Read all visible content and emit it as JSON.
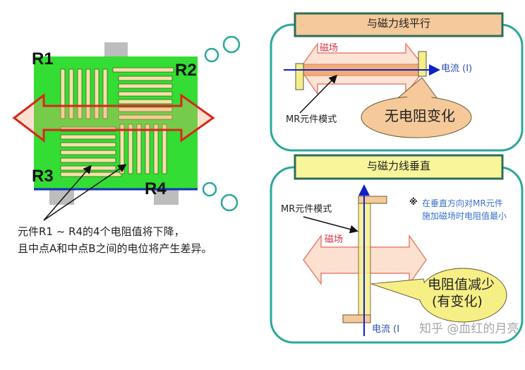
{
  "colors": {
    "chip_green": "#33dd33",
    "resistor": "#f5e8a0",
    "arrow_red": "#d8281c",
    "panel_border": "#2aa89a",
    "current_blue": "#1020c8",
    "parallel_title_bg": "#f5c99a",
    "perpendicular_title_bg": "#f8f59b",
    "callout_orange": "#f5c99a",
    "callout_yellow": "#f6ef86"
  },
  "left": {
    "labels": {
      "r1": "R1",
      "r2": "R2",
      "r3": "R3",
      "r4": "R4"
    },
    "caption": [
      "元件R1 ~ R4的4个电阻值将下降，",
      "且中点A和中点B之间的电位将产生差异。"
    ]
  },
  "parallel": {
    "title": "与磁力线平行",
    "field": "磁场",
    "current": "电流 (I)",
    "element": "MR元件模式",
    "callout": "无电阻变化"
  },
  "perpendicular": {
    "title": "与磁力线垂直",
    "element": "MR元件模式",
    "note_mark": "※",
    "note": [
      "在垂直方向对MR元件",
      "施加磁场时电阻值最小"
    ],
    "field": "磁场",
    "callout": [
      "电阻值减少",
      "(有变化)"
    ],
    "current": "电流 (I"
  },
  "watermark": "知乎 @血红的月亮"
}
